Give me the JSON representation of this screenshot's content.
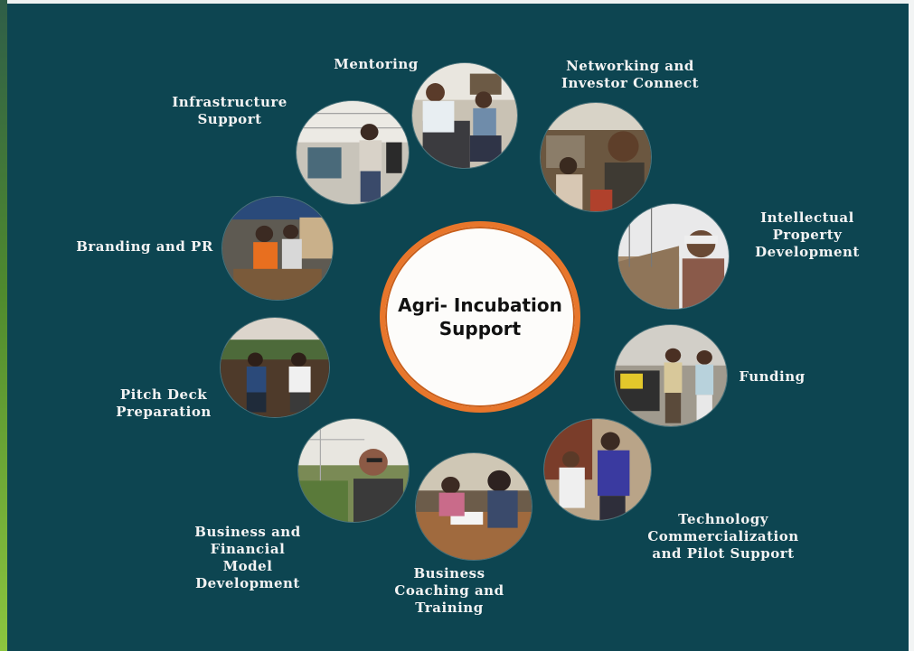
{
  "hub": {
    "title": "Agri- Incubation Support"
  },
  "services": [
    {
      "id": "mentoring",
      "label": "Mentoring"
    },
    {
      "id": "networking",
      "label": "Networking and Investor Connect"
    },
    {
      "id": "ip",
      "label": "Intellectual Property Development"
    },
    {
      "id": "funding",
      "label": "Funding"
    },
    {
      "id": "tech",
      "label": "Technology Commercialization and Pilot Support"
    },
    {
      "id": "coaching",
      "label": "Business Coaching and Training"
    },
    {
      "id": "bizmodel",
      "label": "Business and Financial Model Development"
    },
    {
      "id": "pitch",
      "label": "Pitch Deck Preparation"
    },
    {
      "id": "branding",
      "label": "Branding and PR"
    },
    {
      "id": "infra",
      "label": "Infrastructure Support"
    }
  ],
  "colors": {
    "background": "#0d4551",
    "hub_border": "#e8762b",
    "label_text": "#f3f3f3"
  }
}
